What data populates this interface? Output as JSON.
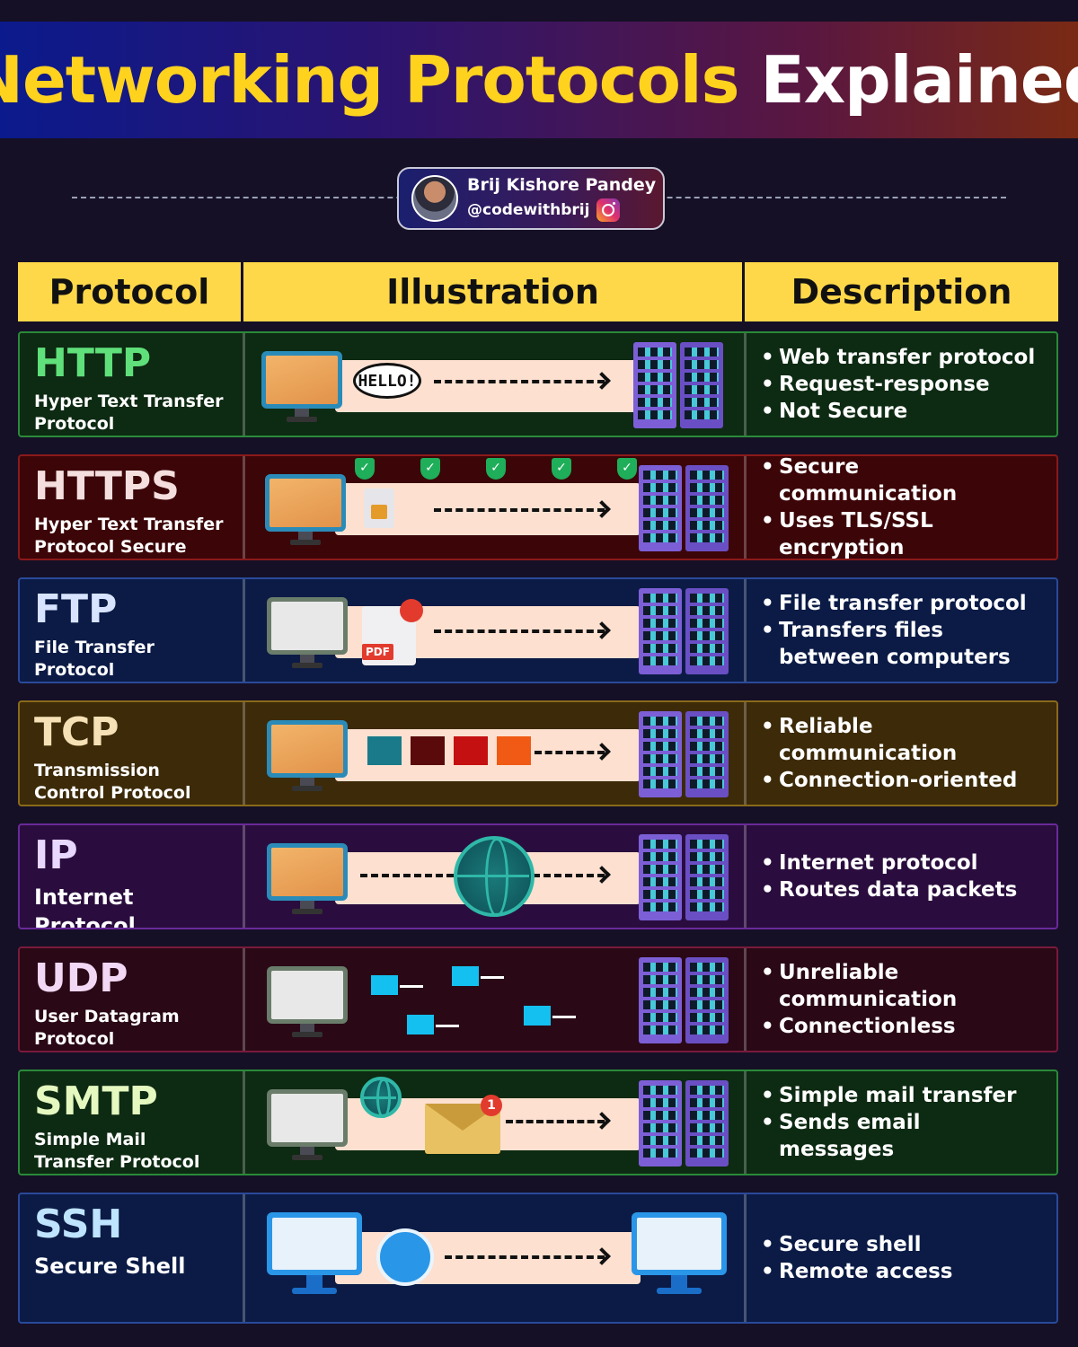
{
  "title": {
    "part1": "Networking Protocols",
    "part2": "Explained"
  },
  "author": {
    "name": "Brij Kishore Pandey",
    "handle": "@codewithbrij"
  },
  "headers": {
    "protocol": "Protocol",
    "illustration": "Illustration",
    "description": "Description"
  },
  "protocols": [
    {
      "abbr": "HTTP",
      "full": "Hyper Text Transfer Protocol",
      "bullets": [
        "Web transfer protocol",
        "Request-response",
        "Not Secure"
      ],
      "illustration_text": "HELLO!"
    },
    {
      "abbr": "HTTPS",
      "full": "Hyper Text Transfer Protocol Secure",
      "bullets": [
        "Secure communication",
        "Uses TLS/SSL encryption"
      ]
    },
    {
      "abbr": "FTP",
      "full": "File Transfer Protocol",
      "bullets": [
        "File transfer protocol",
        "Transfers files between computers"
      ],
      "illustration_text": "PDF"
    },
    {
      "abbr": "TCP",
      "full": "Transmission Control Protocol",
      "bullets": [
        "Reliable communication",
        "Connection-oriented"
      ]
    },
    {
      "abbr": "IP",
      "full": "Internet Protocol",
      "bullets": [
        "Internet protocol",
        "Routes data packets"
      ]
    },
    {
      "abbr": "UDP",
      "full": "User Datagram Protocol",
      "bullets": [
        "Unreliable communication",
        "Connectionless"
      ]
    },
    {
      "abbr": "SMTP",
      "full": "Simple Mail Transfer Protocol",
      "bullets": [
        "Simple mail transfer",
        "Sends email messages"
      ],
      "illustration_text": "1"
    },
    {
      "abbr": "SSH",
      "full": "Secure Shell",
      "bullets": [
        "Secure shell",
        "Remote access"
      ]
    }
  ],
  "colors": {
    "title_accent": "#ffd21e",
    "header_bg": "#ffd84a",
    "http_bg": "#0d2a12",
    "https_bg": "#3c0508",
    "ftp_bg": "#0b1b46",
    "tcp_bg": "#3c2a08",
    "ip_bg": "#2a0d3e",
    "udp_bg": "#2a0816",
    "smtp_bg": "#0d2a12",
    "ssh_bg": "#0b1b46"
  }
}
